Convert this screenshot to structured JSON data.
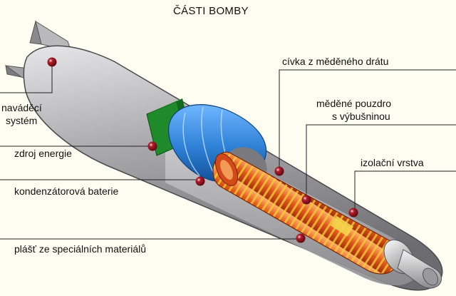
{
  "title": "ČÁSTI BOMBY",
  "labels": {
    "navadeci": [
      "naváděcí",
      "systém"
    ],
    "zdroj": "zdroj energie",
    "kondenzator": "kondenzátorová baterie",
    "plast": "plášť ze speciálních materiálů",
    "civka": "cívka z měděného drátu",
    "pouzdro": [
      "měděné pouzdro",
      "s výbušninou"
    ],
    "izolace": "izolační vrstva"
  },
  "colors": {
    "background": "#fdfdf2",
    "body": "#a8a8aa",
    "coil": "#e0531a",
    "capacitor": "#2f7fd0",
    "power": "#1f8a2a",
    "marker": "#8a0f1a"
  }
}
